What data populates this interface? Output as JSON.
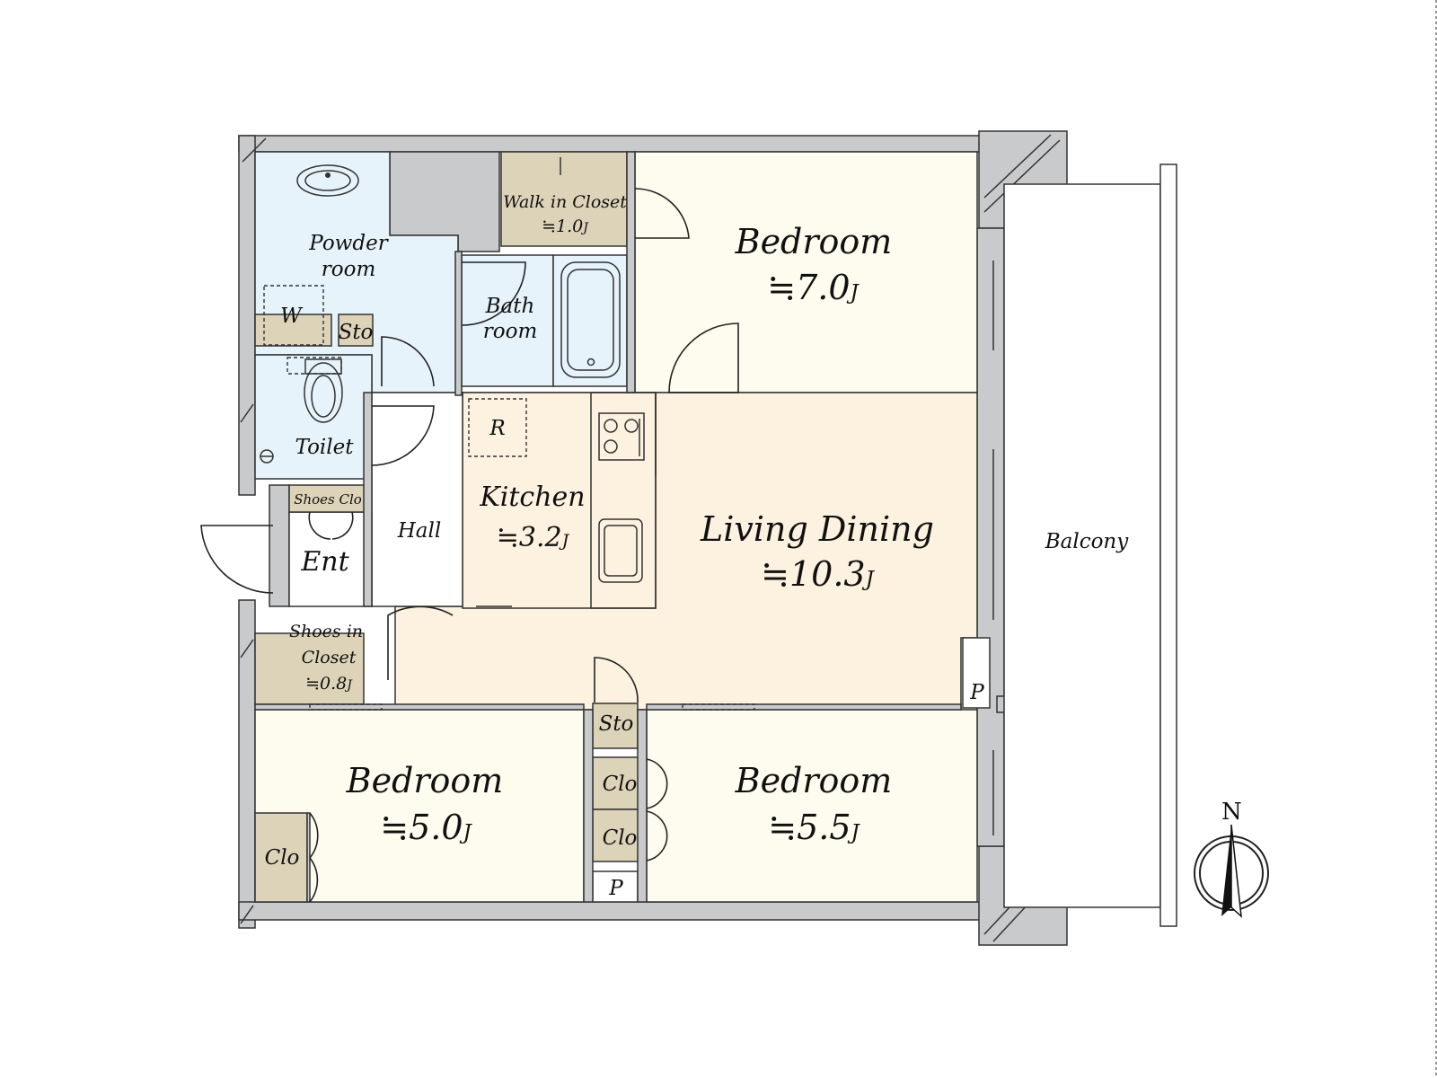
{
  "colors": {
    "wall": "#c9cacb",
    "bedroom": "#fefcef",
    "living": "#fdf1df",
    "wet": "#e6f3fa",
    "storage": "#ddd3b8",
    "balcony": "#ffffff"
  },
  "rooms": {
    "bedroom_ne": {
      "name": "Bedroom",
      "area": "≒7.0",
      "unit": "J"
    },
    "bedroom_sw": {
      "name": "Bedroom",
      "area": "≒5.0",
      "unit": "J"
    },
    "bedroom_se": {
      "name": "Bedroom",
      "area": "≒5.5",
      "unit": "J"
    },
    "living": {
      "name": "Living Dining",
      "area": "≒10.3",
      "unit": "J"
    },
    "kitchen": {
      "name": "Kitchen",
      "area": "≒3.2",
      "unit": "J"
    },
    "walk_in": {
      "name": "Walk in Closet",
      "area": "≒1.0",
      "unit": "J"
    },
    "shoes_in": {
      "name_line1": "Shoes in",
      "name_line2": "Closet",
      "area": "≒0.8",
      "unit": "J"
    },
    "powder": {
      "line1": "Powder",
      "line2": "room"
    },
    "bath": {
      "line1": "Bath",
      "line2": "room"
    },
    "toilet": "Toilet",
    "hall": "Hall",
    "entrance": "Ent",
    "shoes_clo": "Shoes Clo",
    "balcony": "Balcony"
  },
  "symbols": {
    "storage": "Sto",
    "closet": "Clo",
    "pipe": "P",
    "washer": "W",
    "fridge": "R",
    "north": "N"
  },
  "icons": [
    "washbasin-icon",
    "bathtub-icon",
    "toilet-icon",
    "cooktop-icon",
    "sink-icon",
    "compass-icon"
  ]
}
